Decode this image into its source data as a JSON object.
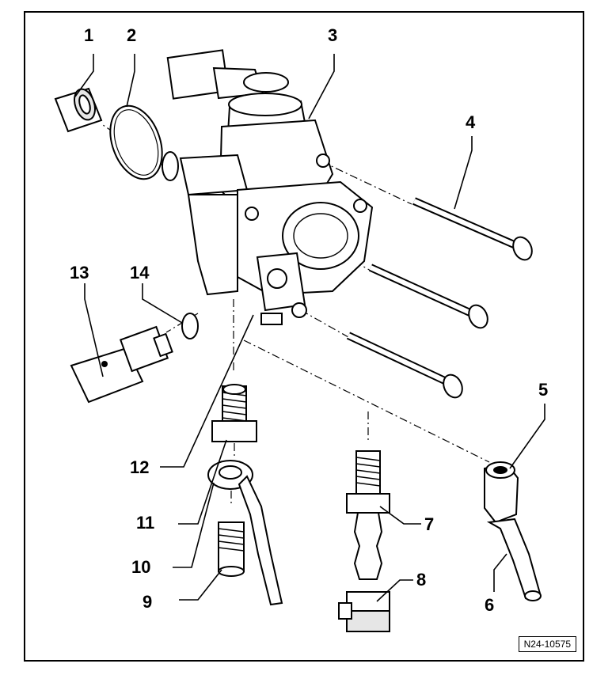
{
  "diagram": {
    "callouts": [
      "1",
      "2",
      "3",
      "4",
      "5",
      "6",
      "7",
      "8",
      "9",
      "10",
      "11",
      "12",
      "13",
      "14"
    ],
    "reference_code": "N24-10575"
  }
}
